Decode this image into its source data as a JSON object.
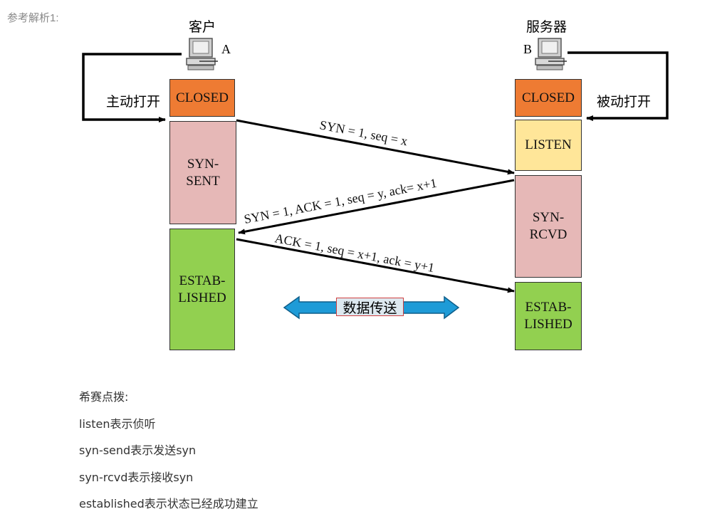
{
  "header": "参考解析1:",
  "client": {
    "title": "客户",
    "letter": "A",
    "open_label": "主动打开",
    "states": {
      "closed": "CLOSED",
      "syn_sent": "SYN-\nSENT",
      "established": "ESTAB-\nLISHED"
    }
  },
  "server": {
    "title": "服务器",
    "letter": "B",
    "open_label": "被动打开",
    "states": {
      "closed": "CLOSED",
      "listen": "LISTEN",
      "syn_rcvd": "SYN-\nRCVD",
      "established": "ESTAB-\nLISHED"
    }
  },
  "messages": {
    "syn": "SYN = 1, seq = x",
    "synack": "SYN = 1, ACK = 1, seq = y, ack= x+1",
    "ack": "ACK = 1, seq = x+1, ack = y+1"
  },
  "data_transfer": "数据传送",
  "notes": [
    "希赛点拨:",
    "listen表示侦听",
    "syn-send表示发送syn",
    "syn-rcvd表示接收syn",
    "established表示状态已经成功建立"
  ],
  "colors": {
    "closed": "#ee7b33",
    "syn": "#e6b8b7",
    "established": "#92d050",
    "listen": "#ffe699",
    "arrow": "#1e9bd7"
  },
  "icons": [
    "computer-icon",
    "computer-icon"
  ]
}
